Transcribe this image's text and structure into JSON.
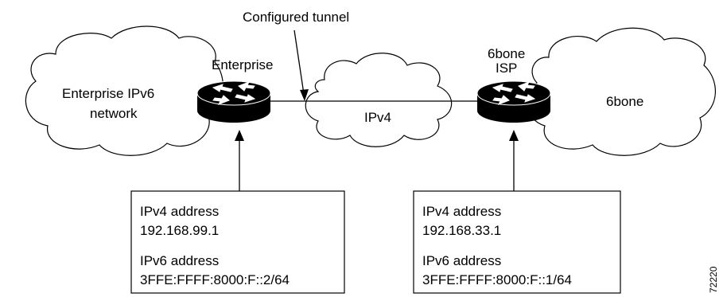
{
  "labels": {
    "configured_tunnel": "Configured tunnel",
    "enterprise_router": "Enterprise",
    "isp_router_line1": "6bone",
    "isp_router_line2": "ISP",
    "enterprise_network_line1": "Enterprise IPv6",
    "enterprise_network_line2": "network",
    "ipv4_cloud": "IPv4",
    "sixbone_cloud": "6bone"
  },
  "enterprise_box": {
    "ipv4_heading": "IPv4 address",
    "ipv4_value": "192.168.99.1",
    "ipv6_heading": "IPv6 address",
    "ipv6_value": "3FFE:FFFF:8000:F::2/64"
  },
  "isp_box": {
    "ipv4_heading": "IPv4 address",
    "ipv4_value": "192.168.33.1",
    "ipv6_heading": "IPv6 address",
    "ipv6_value": "3FFE:FFFF:8000:F::1/64"
  },
  "figure_id": "72220",
  "colors": {
    "stroke": "#000000",
    "router_body": "#000000",
    "router_arrows": "#ffffff",
    "background": "#ffffff"
  }
}
